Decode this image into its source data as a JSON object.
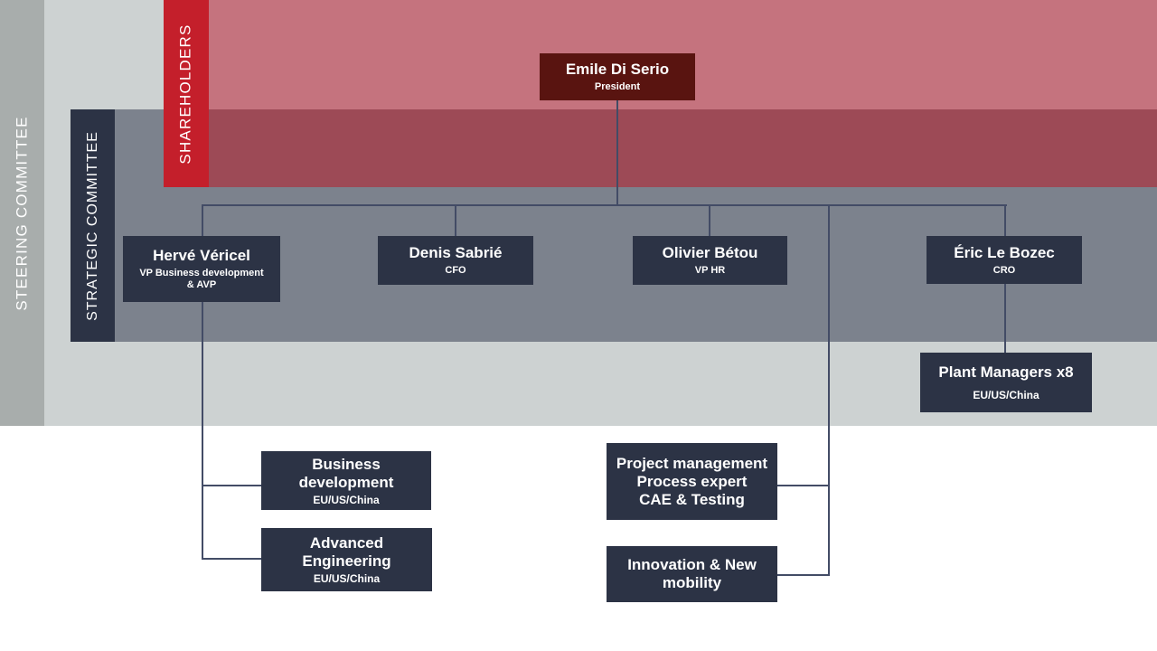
{
  "banners": {
    "steering": "STEERING COMMITTEE",
    "strategic": "STRATEGIC COMMITTEE",
    "shareholders": "SHAREHOLDERS"
  },
  "nodes": {
    "president": {
      "title": "Emile Di Serio",
      "subtitle": "President"
    },
    "herve": {
      "title": "Hervé Véricel",
      "subtitle_lines": [
        "VP Business development",
        "& AVP"
      ]
    },
    "denis": {
      "title": "Denis Sabrié",
      "subtitle": "CFO"
    },
    "olivier": {
      "title": "Olivier Bétou",
      "subtitle": "VP HR"
    },
    "eric": {
      "title": "Éric Le Bozec",
      "subtitle": "CRO"
    },
    "plant": {
      "title": "Plant Managers x8",
      "subtitle": "EU/US/China"
    },
    "bizdev": {
      "title_lines": [
        "Business",
        "development"
      ],
      "subtitle": "EU/US/China"
    },
    "adveng": {
      "title_lines": [
        "Advanced",
        "Engineering"
      ],
      "subtitle": "EU/US/China"
    },
    "project": {
      "title_lines": [
        "Project management",
        "Process expert",
        "CAE & Testing"
      ]
    },
    "innovation": {
      "title_lines": [
        "Innovation & New",
        "mobility"
      ]
    }
  },
  "colors": {
    "steering_bar": "#a8adac",
    "lightgray": "#cdd2d2",
    "pink": "#c5737e",
    "maroon": "#9d4a56",
    "slate": "#7c828d",
    "navy": "#2c3345",
    "red": "#c41f2b",
    "darkred": "#591410",
    "line": "#434c66",
    "text": "#ffffff"
  }
}
